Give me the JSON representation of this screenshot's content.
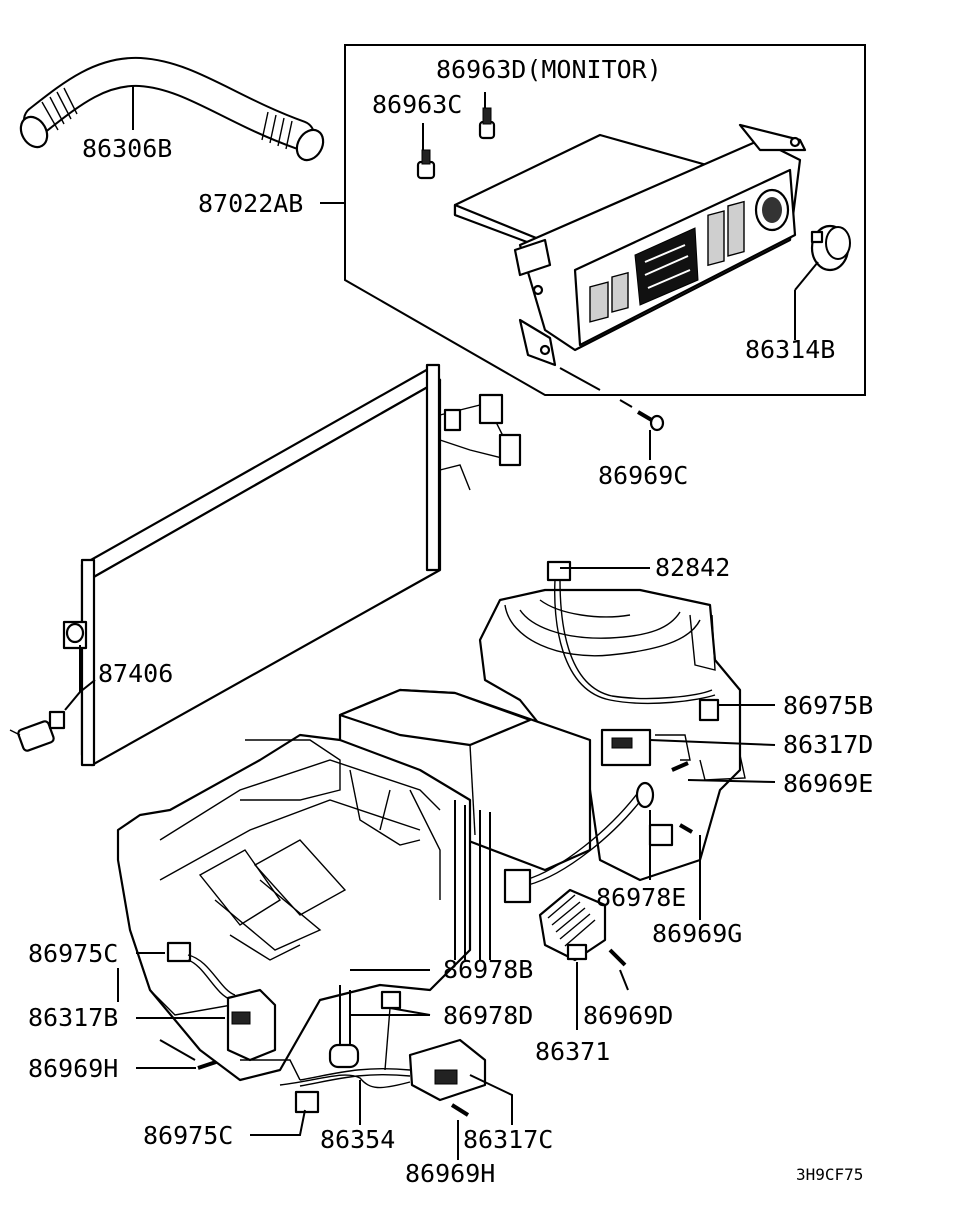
{
  "labels": {
    "p86306B": "86306B",
    "p87022AB": "87022AB",
    "p86963D": "86963D(MONITOR)",
    "p86963C": "86963C",
    "p86314B": "86314B",
    "p86969C": "86969C",
    "p82842": "82842",
    "p87406": "87406",
    "p86975B": "86975B",
    "p86317D": "86317D",
    "p86969E": "86969E",
    "p86978E": "86978E",
    "p86969G": "86969G",
    "p86975C_a": "86975C",
    "p86978B": "86978B",
    "p86317B": "86317B",
    "p86978D": "86978D",
    "p86969D": "86969D",
    "p86969H_a": "86969H",
    "p86371": "86371",
    "p86975C_b": "86975C",
    "p86354": "86354",
    "p86317C": "86317C",
    "p86969H_b": "86969H"
  },
  "diagram_code": "3H9CF75"
}
